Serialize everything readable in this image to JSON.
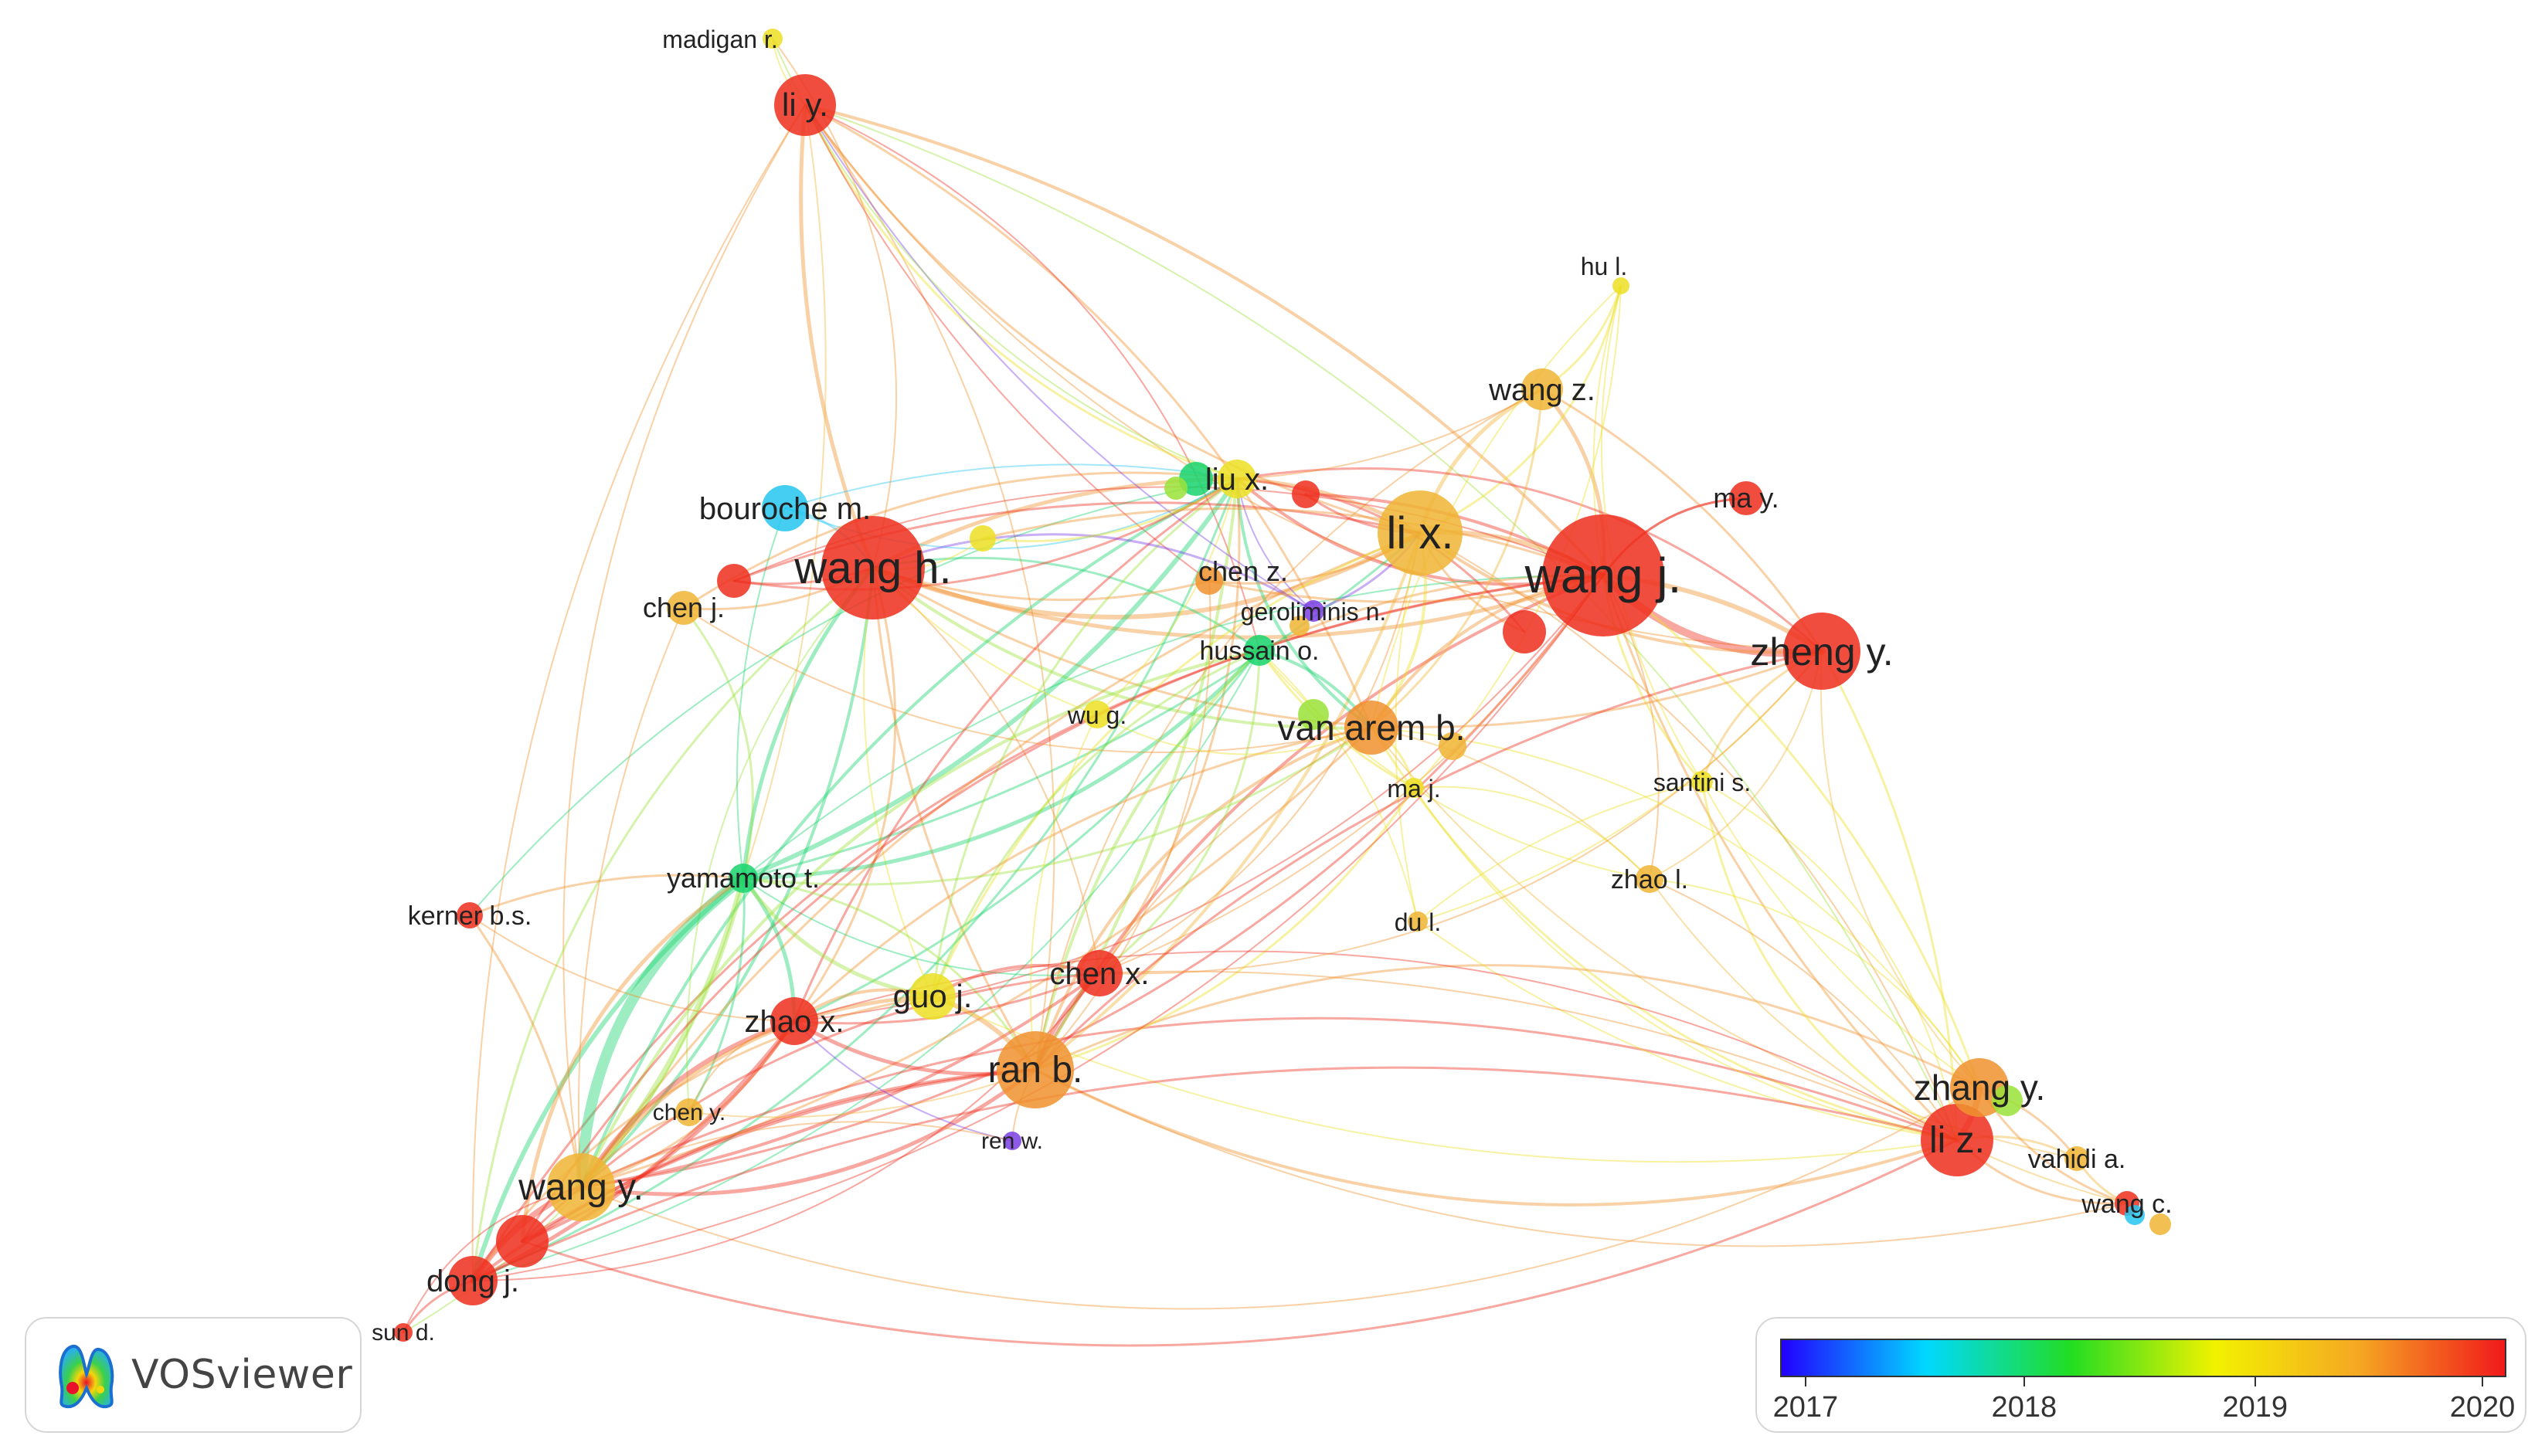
{
  "logo": {
    "text": "VOSviewer",
    "icon": "vosviewer-density-logo"
  },
  "colors": {
    "scale": [
      "#2200ff",
      "#00d9ff",
      "#22dd22",
      "#f2f200",
      "#f5a623",
      "#f0191b"
    ],
    "purple": "#7b3fe4",
    "blue": "#2a4bff",
    "cyan": "#27c6f0",
    "green": "#19d46e",
    "lime": "#9be23a",
    "yellow": "#ece024",
    "gold": "#f0b536",
    "orange": "#f0922e",
    "red": "#ef3020"
  },
  "legend": {
    "ticks": [
      {
        "label": "2017",
        "pos": 0.035
      },
      {
        "label": "2018",
        "pos": 0.336
      },
      {
        "label": "2019",
        "pos": 0.654
      },
      {
        "label": "2020",
        "pos": 0.967
      }
    ]
  },
  "nodes": [
    {
      "id": "madigan",
      "label": "madigan r.",
      "color": "yellow"
    },
    {
      "id": "liy",
      "label": "li y.",
      "color": "red"
    },
    {
      "id": "hul",
      "label": "hu l.",
      "color": "yellow"
    },
    {
      "id": "wangz",
      "label": "wang z.",
      "color": "gold"
    },
    {
      "id": "bouroche",
      "label": "bouroche m.",
      "color": "cyan"
    },
    {
      "id": "liux",
      "label": "liu x.",
      "color": "yellow"
    },
    {
      "id": "liux_b",
      "label": "",
      "color": "green"
    },
    {
      "id": "liux_c",
      "label": "",
      "color": "lime"
    },
    {
      "id": "liux_d",
      "label": "",
      "color": "red"
    },
    {
      "id": "may",
      "label": "ma y.",
      "color": "red"
    },
    {
      "id": "lix",
      "label": "li x.",
      "color": "gold"
    },
    {
      "id": "chenz",
      "label": "chen z.",
      "color": "orange"
    },
    {
      "id": "wangh",
      "label": "wang h.",
      "color": "red"
    },
    {
      "id": "wangj",
      "label": "wang j.",
      "color": "red"
    },
    {
      "id": "chenj",
      "label": "chen j.",
      "color": "gold"
    },
    {
      "id": "chenj_b",
      "label": "",
      "color": "red"
    },
    {
      "id": "yel",
      "label": "",
      "color": "yellow"
    },
    {
      "id": "geroliminis",
      "label": "geroliminis n.",
      "color": "purple"
    },
    {
      "id": "geroliminis_b",
      "label": "",
      "color": "gold"
    },
    {
      "id": "hussain",
      "label": "hussain o.",
      "color": "green"
    },
    {
      "id": "zhengy",
      "label": "zheng y.",
      "color": "red"
    },
    {
      "id": "wangj_b",
      "label": "",
      "color": "red"
    },
    {
      "id": "wug",
      "label": "wu g.",
      "color": "yellow"
    },
    {
      "id": "vanarem",
      "label": "van arem b.",
      "color": "orange"
    },
    {
      "id": "vanarem_b",
      "label": "",
      "color": "lime"
    },
    {
      "id": "vanarem_c",
      "label": "",
      "color": "gold"
    },
    {
      "id": "maj",
      "label": "ma j.",
      "color": "yellow"
    },
    {
      "id": "santini",
      "label": "santini s.",
      "color": "yellow"
    },
    {
      "id": "yamamoto",
      "label": "yamamoto t.",
      "color": "green"
    },
    {
      "id": "zhaol",
      "label": "zhao l.",
      "color": "gold"
    },
    {
      "id": "kerner",
      "label": "kerner b.s.",
      "color": "red"
    },
    {
      "id": "dul",
      "label": "du l.",
      "color": "gold"
    },
    {
      "id": "chenx",
      "label": "chen x.",
      "color": "red"
    },
    {
      "id": "guoj",
      "label": "guo j.",
      "color": "yellow"
    },
    {
      "id": "zhaox",
      "label": "zhao x.",
      "color": "red"
    },
    {
      "id": "ranb",
      "label": "ran b.",
      "color": "orange"
    },
    {
      "id": "zhangy",
      "label": "zhang y.",
      "color": "orange"
    },
    {
      "id": "zhangy_b",
      "label": "",
      "color": "lime"
    },
    {
      "id": "cheny",
      "label": "chen y.",
      "color": "gold"
    },
    {
      "id": "renw",
      "label": "ren w.",
      "color": "purple"
    },
    {
      "id": "liz",
      "label": "li z.",
      "color": "red"
    },
    {
      "id": "vahidi",
      "label": "vahidi a.",
      "color": "gold"
    },
    {
      "id": "wangy",
      "label": "wang y.",
      "color": "gold"
    },
    {
      "id": "wangy_b",
      "label": "",
      "color": "red"
    },
    {
      "id": "wangc",
      "label": "wang c.",
      "color": "red"
    },
    {
      "id": "wangc_b",
      "label": "",
      "color": "cyan"
    },
    {
      "id": "wangc_c",
      "label": "",
      "color": "gold"
    },
    {
      "id": "dongj",
      "label": "dong j.",
      "color": "red"
    },
    {
      "id": "sund",
      "label": "sun d.",
      "color": "red"
    }
  ]
}
